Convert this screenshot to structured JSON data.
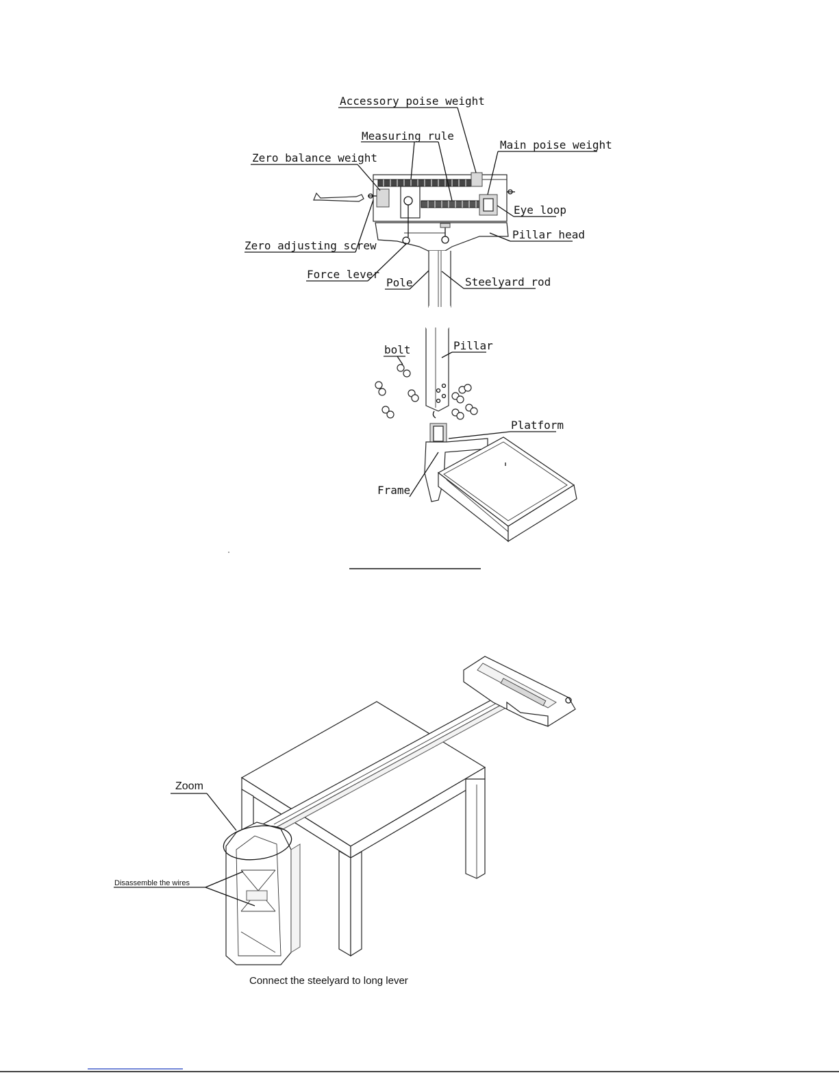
{
  "diagram1": {
    "labels": {
      "accessory_poise_weight": "Accessory poise weight",
      "measuring_rule": "Measuring rule",
      "main_poise_weight": "Main poise weight",
      "zero_balance_weight": "Zero balance weight",
      "eye_loop": "Eye loop",
      "pillar_head": "Pillar head",
      "zero_adjusting_screw": "Zero adjusting screw",
      "force_lever": "Force lever",
      "pole": "Pole",
      "steelyard_rod": "Steelyard rod",
      "bolt": "bolt",
      "pillar": "Pillar",
      "platform": "Platform",
      "frame": "Frame"
    }
  },
  "diagram2": {
    "labels": {
      "zoom": "Zoom",
      "disassemble_wires": "Disassemble the wires"
    },
    "caption": "Connect the steelyard to long lever"
  },
  "colors": {
    "line": "#111111",
    "link_blue": "#1f3fbf"
  }
}
